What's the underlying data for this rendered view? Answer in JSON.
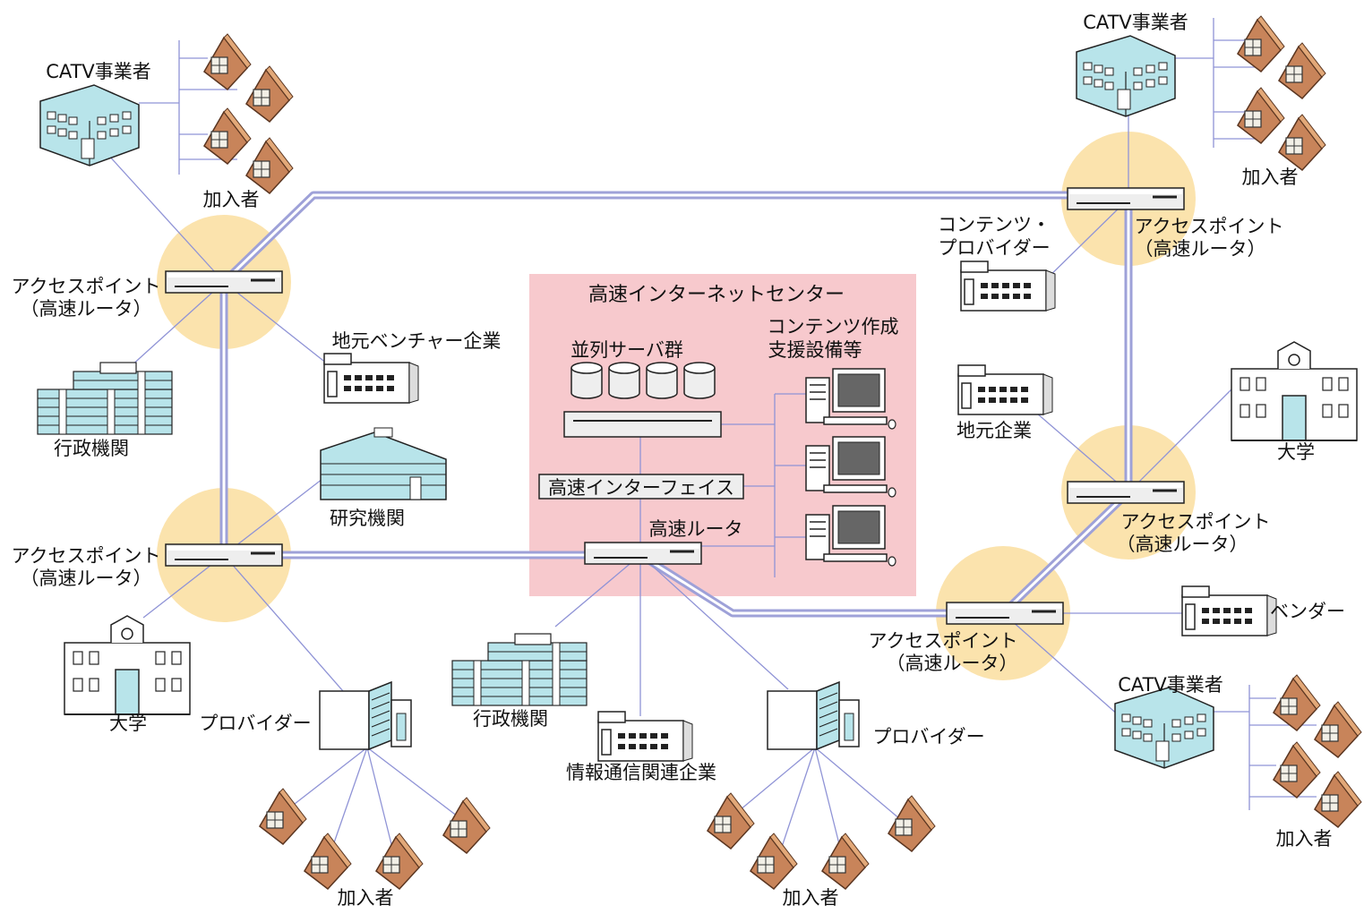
{
  "center": {
    "title": "高速インターネットセンター",
    "servers": "並列サーバ群",
    "content_support": [
      "コンテンツ作成",
      "支援設備等"
    ],
    "interface": "高速インターフェイス",
    "router": "高速ルータ"
  },
  "access_point": {
    "line1": "アクセスポイント",
    "line2": "（高速ルータ）"
  },
  "labels": {
    "catv": "CATV事業者",
    "subscribers": "加入者",
    "government": "行政機関",
    "local_venture": "地元ベンチャー企業",
    "research": "研究機関",
    "university": "大学",
    "provider": "プロバイダー",
    "ict_company": "情報通信関連企業",
    "content_provider": [
      "コンテンツ・",
      "プロバイダー"
    ],
    "local_company": "地元企業",
    "vendor": "ベンダー"
  },
  "colors": {
    "center_bg": "#f7c9cd",
    "access_circle": "#fbe3ad",
    "backbone": "#b7b9e6",
    "line": "#8f93d6",
    "building_blue": "#b8e4ea",
    "house_roof": "#c8845a",
    "router_body": "#eeeeee"
  },
  "icons": [
    "router-icon",
    "server-icon",
    "computer-icon",
    "building-icon",
    "house-icon",
    "university-icon",
    "office-tower-icon"
  ]
}
